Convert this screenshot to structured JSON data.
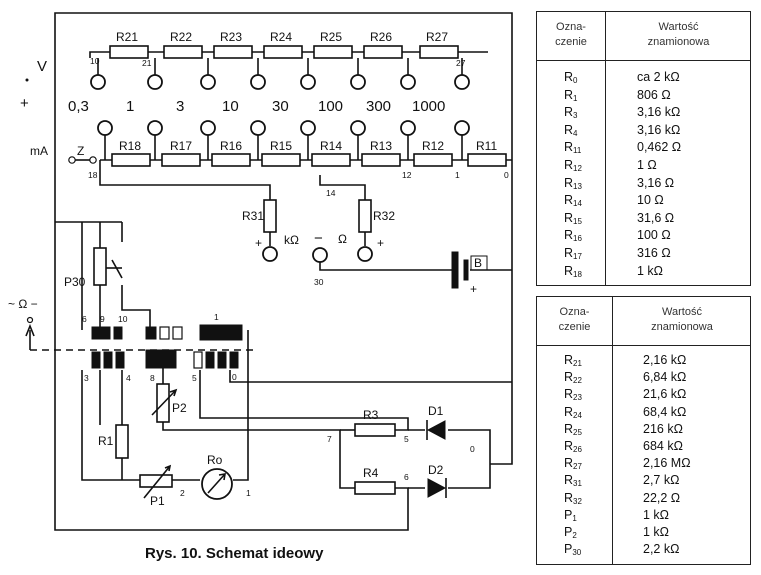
{
  "schematic": {
    "caption": "Rys. 10. Schemat ideowy",
    "top_resistors": [
      "R21",
      "R22",
      "R23",
      "R24",
      "R25",
      "R26",
      "R27"
    ],
    "bottom_resistors": [
      "R18",
      "R17",
      "R16",
      "R15",
      "R14",
      "R13",
      "R12",
      "R11"
    ],
    "range_labels": [
      "0,3",
      "1",
      "3",
      "10",
      "30",
      "100",
      "300",
      "1000"
    ],
    "terminal_v": "V",
    "terminal_plus": "+",
    "terminal_ma": "mA",
    "terminal_z": "Z",
    "r31": "R31",
    "r32": "R32",
    "kohm": "kΩ",
    "ohm": "Ω",
    "minus": "−",
    "plus": "+",
    "battery": "B",
    "p30": "P30",
    "p1": "P1",
    "p2": "P2",
    "r1": "R1",
    "r3": "R3",
    "r4": "R4",
    "d1": "D1",
    "d2": "D2",
    "meter": "Ro",
    "switch_symbol_top": "~ Ω −",
    "nodes": {
      "n10": "10",
      "n21": "21",
      "n27": "27",
      "n18": "18",
      "n12": "12",
      "n1a": "1",
      "n0a": "0",
      "n14": "14",
      "n30": "30",
      "n6": "6",
      "n9": "9",
      "n10b": "10",
      "n1b": "1",
      "n3": "3",
      "n4": "4",
      "n8": "8",
      "n5a": "5",
      "n0b": "0",
      "n7": "7",
      "n5b": "5",
      "n0c": "0",
      "n6b": "6",
      "n2": "2",
      "n1c": "1"
    }
  },
  "table1": {
    "header_col1": "Ozna-\nczenie",
    "header_col2": "Wartość\nznamionowa",
    "rows": [
      {
        "sym": "R",
        "sub": "0",
        "val": "ca 2 kΩ"
      },
      {
        "sym": "R",
        "sub": "1",
        "val": "806 Ω"
      },
      {
        "sym": "R",
        "sub": "3",
        "val": "3,16 kΩ"
      },
      {
        "sym": "R",
        "sub": "4",
        "val": "3,16 kΩ"
      },
      {
        "sym": "R",
        "sub": "11",
        "val": "0,462 Ω"
      },
      {
        "sym": "R",
        "sub": "12",
        "val": "1 Ω"
      },
      {
        "sym": "R",
        "sub": "13",
        "val": "3,16 Ω"
      },
      {
        "sym": "R",
        "sub": "14",
        "val": "10 Ω"
      },
      {
        "sym": "R",
        "sub": "15",
        "val": "31,6 Ω"
      },
      {
        "sym": "R",
        "sub": "16",
        "val": "100 Ω"
      },
      {
        "sym": "R",
        "sub": "17",
        "val": "316 Ω"
      },
      {
        "sym": "R",
        "sub": "18",
        "val": "1 kΩ"
      }
    ]
  },
  "table2": {
    "header_col1": "Ozna-\nczenie",
    "header_col2": "Wartość\nznamionowa",
    "rows": [
      {
        "sym": "R",
        "sub": "21",
        "val": "2,16 kΩ"
      },
      {
        "sym": "R",
        "sub": "22",
        "val": "6,84 kΩ"
      },
      {
        "sym": "R",
        "sub": "23",
        "val": "21,6 kΩ"
      },
      {
        "sym": "R",
        "sub": "24",
        "val": "68,4 kΩ"
      },
      {
        "sym": "R",
        "sub": "25",
        "val": "216 kΩ"
      },
      {
        "sym": "R",
        "sub": "26",
        "val": "684 kΩ"
      },
      {
        "sym": "R",
        "sub": "27",
        "val": "2,16 MΩ"
      },
      {
        "sym": "R",
        "sub": "31",
        "val": "2,7 kΩ"
      },
      {
        "sym": "R",
        "sub": "32",
        "val": "22,2 Ω"
      },
      {
        "sym": "P",
        "sub": "1",
        "val": "1 kΩ"
      },
      {
        "sym": "P",
        "sub": "2",
        "val": "1 kΩ"
      },
      {
        "sym": "P",
        "sub": "30",
        "val": "2,2 kΩ"
      }
    ]
  }
}
